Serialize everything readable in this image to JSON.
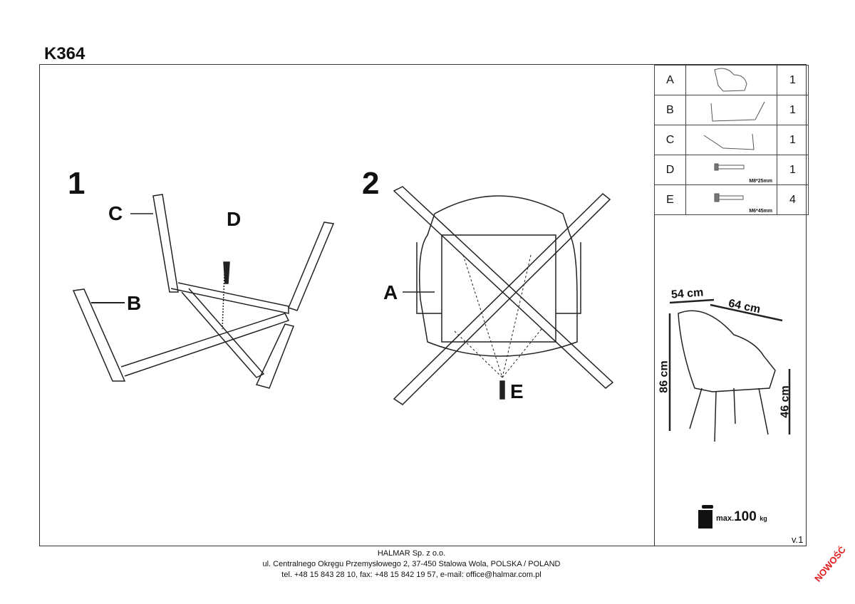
{
  "title": "K364",
  "steps": [
    "1",
    "2"
  ],
  "step1_labels": {
    "c": "C",
    "d": "D",
    "b": "B"
  },
  "step2_labels": {
    "a": "A",
    "e": "E"
  },
  "parts": [
    {
      "letter": "A",
      "qty": "1",
      "spec": ""
    },
    {
      "letter": "B",
      "qty": "1",
      "spec": ""
    },
    {
      "letter": "C",
      "qty": "1",
      "spec": ""
    },
    {
      "letter": "D",
      "qty": "1",
      "spec": "M8*25mm"
    },
    {
      "letter": "E",
      "qty": "4",
      "spec": "M6*45mm"
    }
  ],
  "dimensions": {
    "width": "54 cm",
    "depth": "64 cm",
    "height": "86 cm",
    "seat_height": "46 cm"
  },
  "max_load": {
    "prefix": "max.",
    "value": "100",
    "unit": "kg"
  },
  "version": "v.1",
  "footer": {
    "line1": "HALMAR Sp. z o.o.",
    "line2": "ul. Centralnego Okręgu Przemysłowego 2, 37-450 Stalowa Wola, POLSKA / POLAND",
    "line3": "tel. +48 15 843 28 10, fax: +48 15 842 19 57, e-mail: office@halmar.com.pl"
  },
  "badge": "NOWOŚĆ"
}
